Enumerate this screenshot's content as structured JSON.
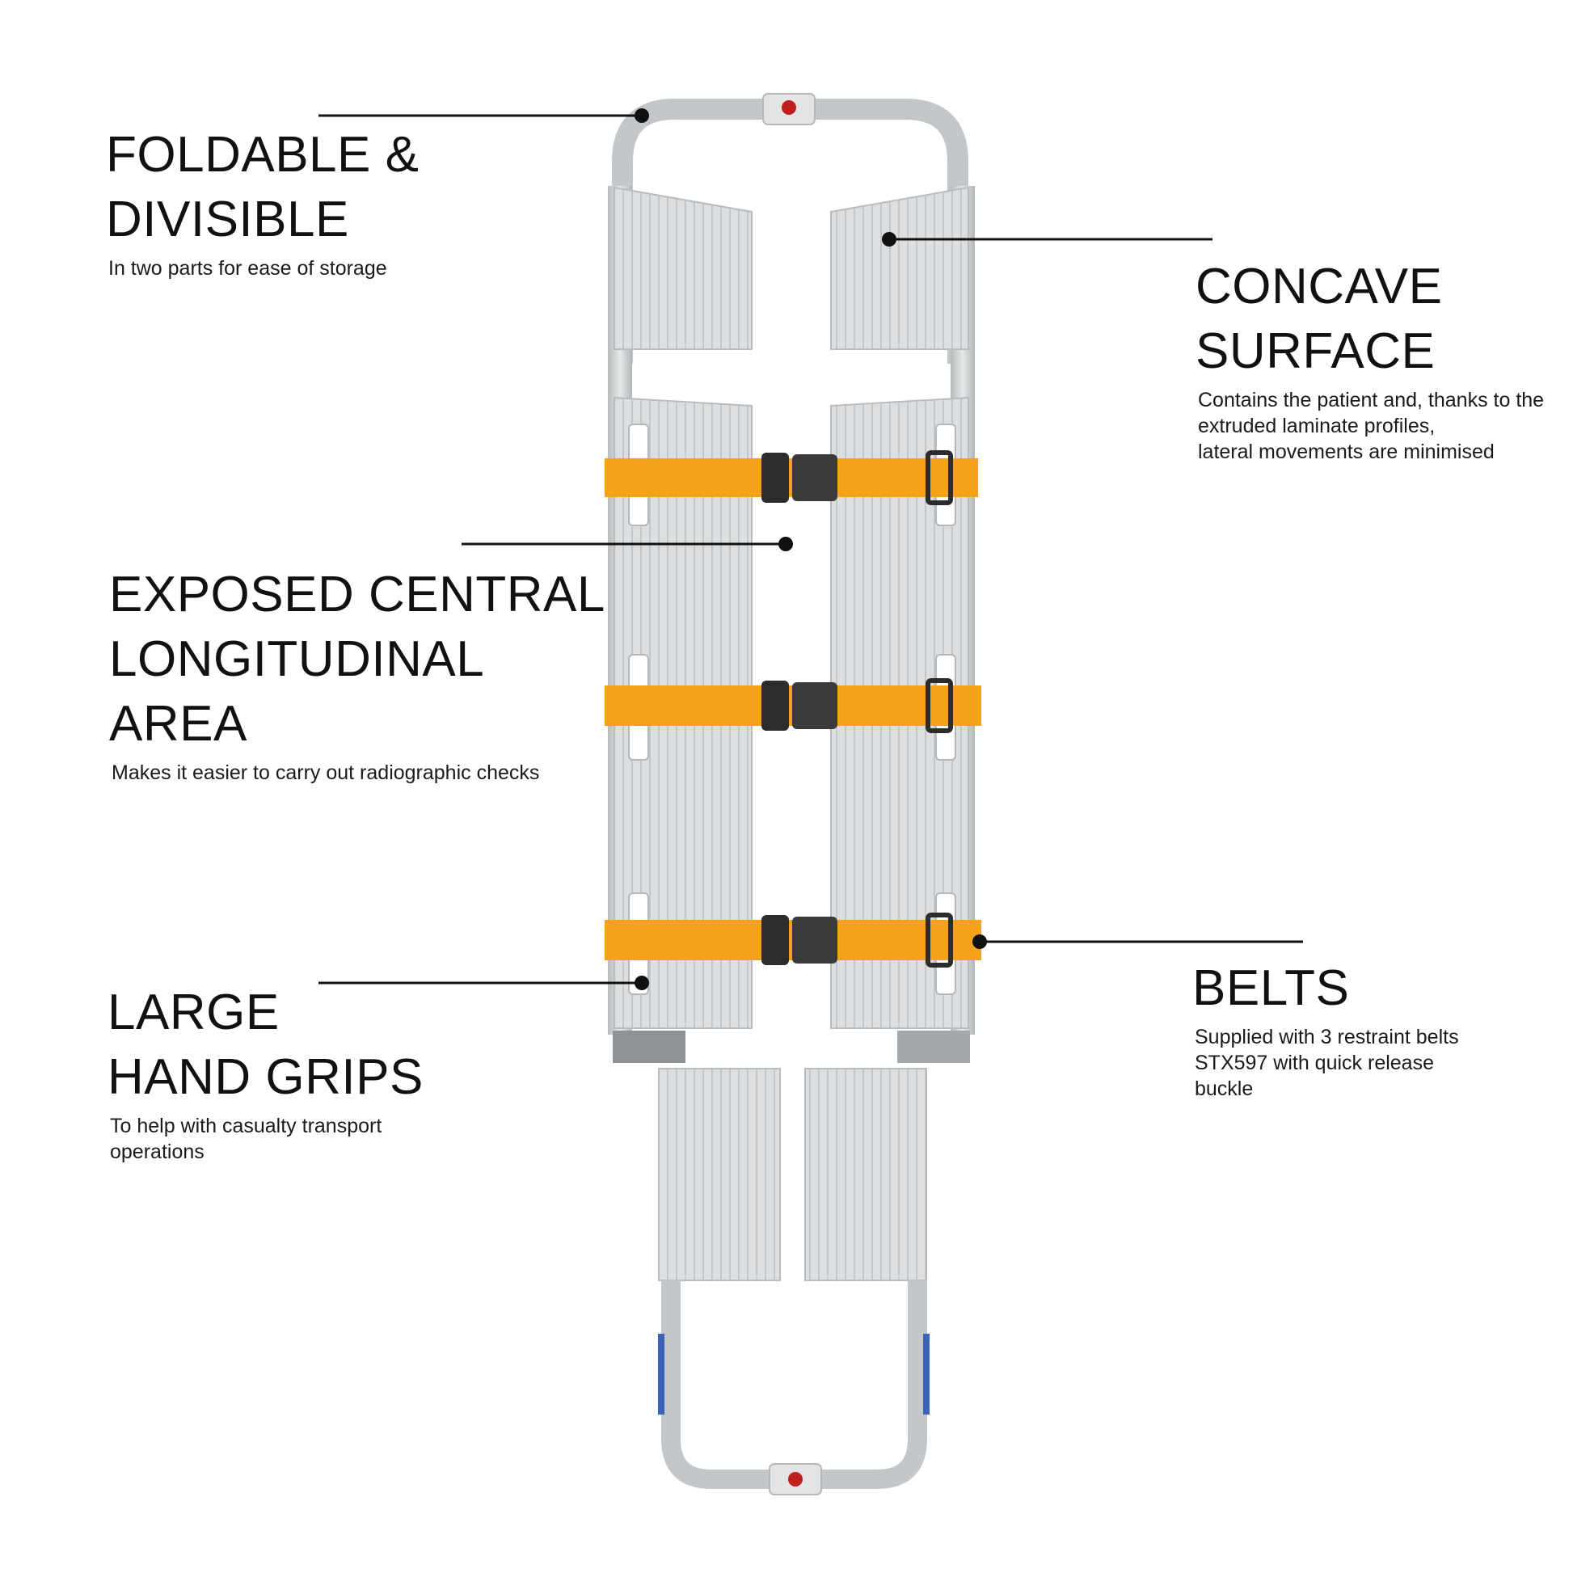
{
  "colors": {
    "background": "#ffffff",
    "text": "#111111",
    "frame": "#c9ccce",
    "panel": "#d8dadb",
    "belt": "#f5a11c",
    "buckle": "#2c2c2c",
    "release_button": "#c0201b",
    "leader": "#111111"
  },
  "callouts": {
    "foldable": {
      "title_lines": [
        "FOLDABLE &",
        "DIVISIBLE"
      ],
      "desc_lines": [
        "In two parts for ease of storage"
      ]
    },
    "concave": {
      "title_lines": [
        "CONCAVE",
        "SURFACE"
      ],
      "desc_lines": [
        "Contains the patient and, thanks to the",
        "extruded laminate profiles,",
        "lateral movements are minimised"
      ]
    },
    "exposed": {
      "title_lines": [
        "EXPOSED CENTRAL",
        "LONGITUDINAL",
        "AREA"
      ],
      "desc_lines": [
        "Makes it easier to carry out radiographic checks"
      ]
    },
    "belts": {
      "title_lines": [
        "BELTS"
      ],
      "desc_lines": [
        "Supplied with 3 restraint belts",
        "STX597 with quick release",
        "buckle"
      ]
    },
    "grips": {
      "title_lines": [
        "LARGE",
        "HAND GRIPS"
      ],
      "desc_lines": [
        "To help with casualty transport",
        "operations"
      ]
    }
  }
}
